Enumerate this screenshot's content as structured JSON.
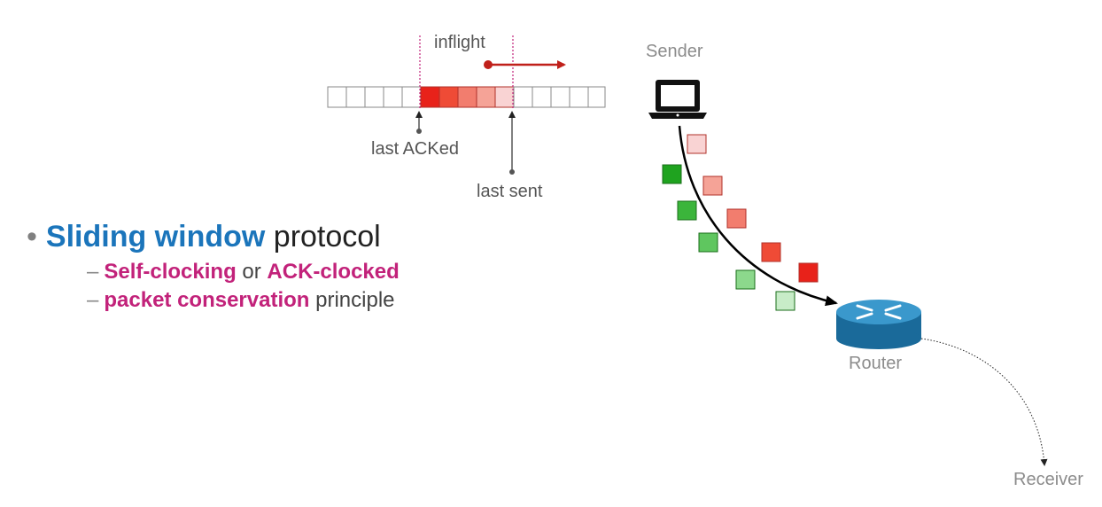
{
  "window_labels": {
    "inflight": "inflight",
    "last_acked": "last ACKed",
    "last_sent": "last sent"
  },
  "nodes": {
    "sender": "Sender",
    "router": "Router",
    "receiver": "Receiver"
  },
  "bullet": {
    "highlight": "Sliding window",
    "rest": "protocol"
  },
  "sub_bullets": [
    {
      "highlight": "Self-clocking",
      "middle": " or ",
      "highlight2": "ACK-clocked"
    },
    {
      "highlight": "packet conservation",
      "rest": " principle"
    }
  ],
  "colors": {
    "data_packet_shades": [
      "#f9d3d3",
      "#f5a397",
      "#f27d6e",
      "#ef4b36",
      "#e8221a"
    ],
    "ack_packet_shades": [
      "#1fa31f",
      "#3bb53b",
      "#5fc65f",
      "#8cd88c",
      "#c8ecc8"
    ],
    "bullet_highlight": "#1b75bb",
    "sub_highlight": "#c2227a",
    "inflight_arrow": "#c0201a"
  },
  "icons": [
    "laptop-icon",
    "router-icon"
  ]
}
